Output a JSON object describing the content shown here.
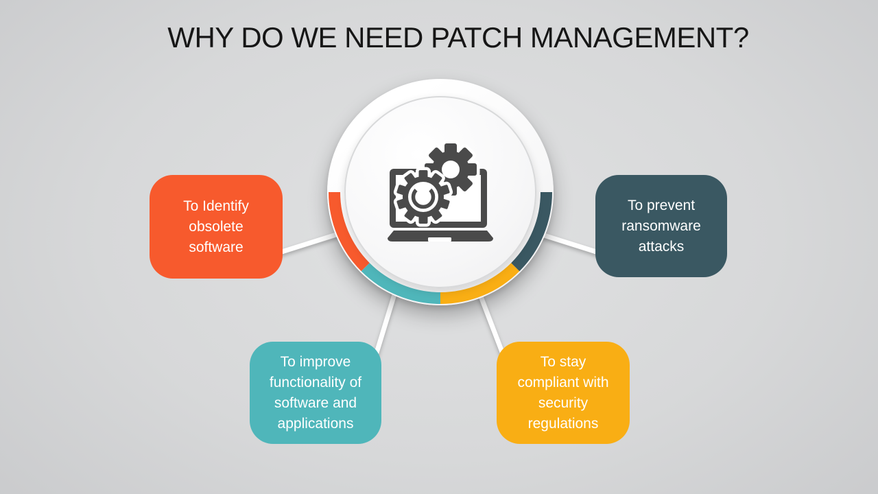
{
  "title": "WHY DO WE NEED PATCH MANAGEMENT?",
  "hub": {
    "icon": "laptop-with-gears",
    "arc_segments": [
      {
        "name": "orange-segment",
        "color": "#f75a2d"
      },
      {
        "name": "teal-segment",
        "color": "#4fb6ba"
      },
      {
        "name": "yellow-segment",
        "color": "#f9ae14"
      },
      {
        "name": "slate-segment",
        "color": "#3a5862"
      }
    ]
  },
  "boxes": [
    {
      "id": "identify-obsolete-software",
      "position": "left",
      "label": "To Identify obsolete software",
      "color": "#f75a2d"
    },
    {
      "id": "prevent-ransomware-attacks",
      "position": "right",
      "label": "To prevent ransomware attacks",
      "color": "#3a5862"
    },
    {
      "id": "improve-functionality",
      "position": "bottom-left",
      "label": "To improve functionality of software and applications",
      "color": "#4fb6ba"
    },
    {
      "id": "stay-compliant",
      "position": "bottom-right",
      "label": "To stay compliant with security regulations",
      "color": "#f9ae14"
    }
  ],
  "colors": {
    "title_text": "#161616",
    "box_text": "#ffffff",
    "icon_gray": "#4a4a4a",
    "connector": "#ffffff",
    "background_center": "#e0e1e2",
    "background_edge": "#c9cacc",
    "circle_white": "#ffffff"
  }
}
